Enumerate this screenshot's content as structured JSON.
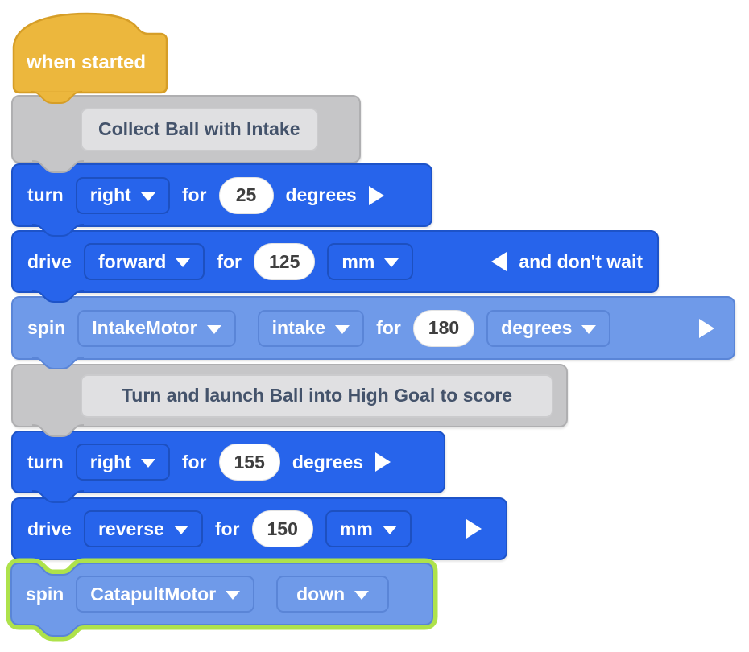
{
  "colors": {
    "command_blue": "#2764eb",
    "command_blue_border": "#1d53c8",
    "motor_blue": "#6f9ae9",
    "motor_blue_border": "#5a85d7",
    "event_yellow": "#ecb73d",
    "event_yellow_border": "#d69e27",
    "comment_gray": "#c6c6c8",
    "comment_note_bg": "#e0e0e2",
    "comment_text": "#44536b",
    "highlight_green": "#aee24b",
    "input_text": "#3f3f3f"
  },
  "highlight": {
    "selected_block": "spin CatapultMotor down",
    "color": "#aee24b"
  },
  "blocks": {
    "when_started": {
      "label": "when started"
    },
    "comment1": {
      "text": "Collect Ball with Intake"
    },
    "turn1": {
      "verb": "turn",
      "direction": "right",
      "for_label": "for",
      "value": "25",
      "unit": "degrees"
    },
    "drive1": {
      "verb": "drive",
      "direction": "forward",
      "for_label": "for",
      "value": "125",
      "unit": "mm",
      "suffix": "and don't wait"
    },
    "spin1": {
      "verb": "spin",
      "motor": "IntakeMotor",
      "direction": "intake",
      "for_label": "for",
      "value": "180",
      "unit": "degrees"
    },
    "comment2": {
      "text": "Turn and launch Ball into High Goal to score"
    },
    "turn2": {
      "verb": "turn",
      "direction": "right",
      "for_label": "for",
      "value": "155",
      "unit": "degrees"
    },
    "drive2": {
      "verb": "drive",
      "direction": "reverse",
      "for_label": "for",
      "value": "150",
      "unit": "mm"
    },
    "spin2": {
      "verb": "spin",
      "motor": "CatapultMotor",
      "direction": "down"
    }
  }
}
